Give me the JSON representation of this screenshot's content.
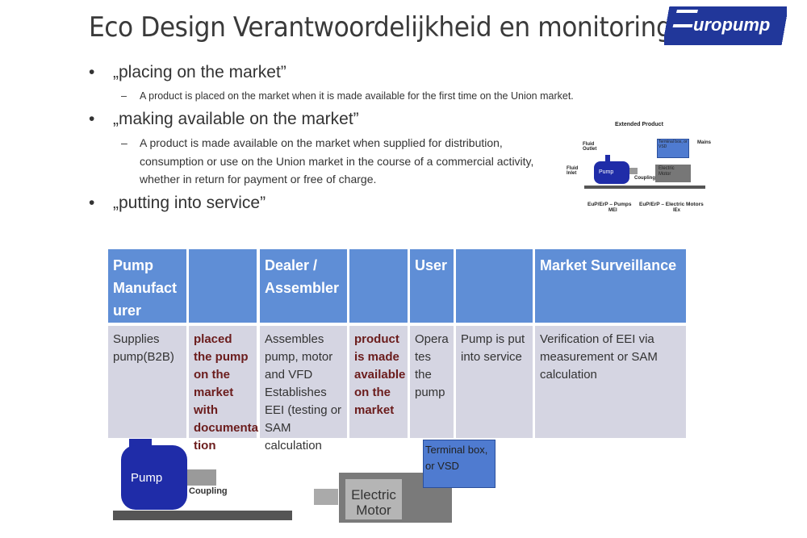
{
  "title": "Eco Design Verantwoordelijkheid en monitoring",
  "logo_text": "uropump",
  "bullets": [
    {
      "marker": "•",
      "text": "„placing on the market”",
      "sub": [
        {
          "marker": "–",
          "text": "A product is placed on the market when it is made available for the first time on the Union market."
        }
      ]
    },
    {
      "marker": "•",
      "text": "„making available on the market”",
      "sub": [
        {
          "marker": "–",
          "text": "A product is made available on the market when supplied for distribution, consumption or use on the Union market in the course of a commercial activity, whether in return for payment or free of charge."
        }
      ]
    },
    {
      "marker": "•",
      "text": "„putting into service”"
    }
  ],
  "diagram": {
    "title": "Extended Product",
    "fluid_outlet": "Fluid Outlet",
    "fluid_inlet": "Fluid Inlet",
    "pump": "Pump",
    "coupling": "Coupling",
    "terminal_box": "Terminal box, or VSD",
    "mains": "Mains",
    "electric_motor": "Electric Motor",
    "caption_1": "EuP/ErP – Pumps",
    "caption_1b": "MEI",
    "caption_2": "EuP/ErP – Electric Motors",
    "caption_2b": "IEx"
  },
  "table": {
    "headers": [
      "Pump Manufact urer",
      "",
      "Dealer / Assembler",
      "",
      "User",
      "",
      "Market Surveillance"
    ],
    "cells": [
      "Supplies pump(B2B)",
      "placed the pump on the market with documenta tion",
      "Assembles pump, motor and VFD Establishes EEI (testing or SAM calculation",
      "product is made available on the market",
      "Opera tes the pump",
      "Pump is put into service",
      "Verification of EEI via measurement or SAM calculation"
    ]
  },
  "bottom": {
    "pump": "Pump",
    "coupling": "Coupling",
    "motor_line1": "Electric",
    "motor_line2": "Motor",
    "terminal_box": "Terminal box, or VSD"
  },
  "colors": {
    "header_blue": "#5f8ed6",
    "body_gray": "#d5d5e2",
    "logo_blue": "#21379a",
    "bold_text": "#6b1c1c"
  }
}
